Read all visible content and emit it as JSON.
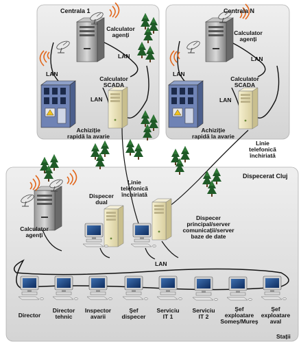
{
  "panels": {
    "centrala_1": "Centrala 1",
    "centrala_n": "Centrala N",
    "dispecerat": "Dispecerat Cluj",
    "statii": "Stații"
  },
  "centrala_1": {
    "lan_top": "LAN",
    "lan_left": "LAN",
    "lan_mid": "LAN",
    "agent_line1": "Calculator",
    "agent_line2": "agenți",
    "scada_line1": "Calculator",
    "scada_line2": "SCADA",
    "achizitie_line1": "Achiziție",
    "achizitie_line2": "rapidă la avarie"
  },
  "centrala_n": {
    "lan_top": "LAN",
    "lan_left": "LAN",
    "lan_mid": "LAN",
    "agent_line1": "Calculator",
    "agent_line2": "agenți",
    "scada_line1": "Calculator",
    "scada_line2": "SCADA",
    "achizitie_line1": "Achiziție",
    "achizitie_line2": "rapidă la avarie"
  },
  "links": {
    "linie_n": [
      "Linie",
      "telefonică",
      "închiriată"
    ],
    "linie_1": [
      "Linie",
      "telefonică",
      "închiriată"
    ]
  },
  "dispecerat": {
    "agent_line1": "Calculator",
    "agent_line2": "agenți",
    "dual_line1": "Dispecer",
    "dual_line2": "dual",
    "principal": [
      "Dispecer",
      "principal/server",
      "comunicații/server",
      "baze de date"
    ],
    "lan": "LAN"
  },
  "stations": [
    [
      "Director"
    ],
    [
      "Director",
      "tehnic"
    ],
    [
      "Inspector",
      "avarii"
    ],
    [
      "Şef",
      "dispecer"
    ],
    [
      "Serviciu",
      "IT 1"
    ],
    [
      "Serviciu",
      "IT 2"
    ],
    [
      "Şef",
      "exploatare",
      "Someş/Mureş"
    ],
    [
      "Şef",
      "exploatare",
      "aval"
    ]
  ]
}
